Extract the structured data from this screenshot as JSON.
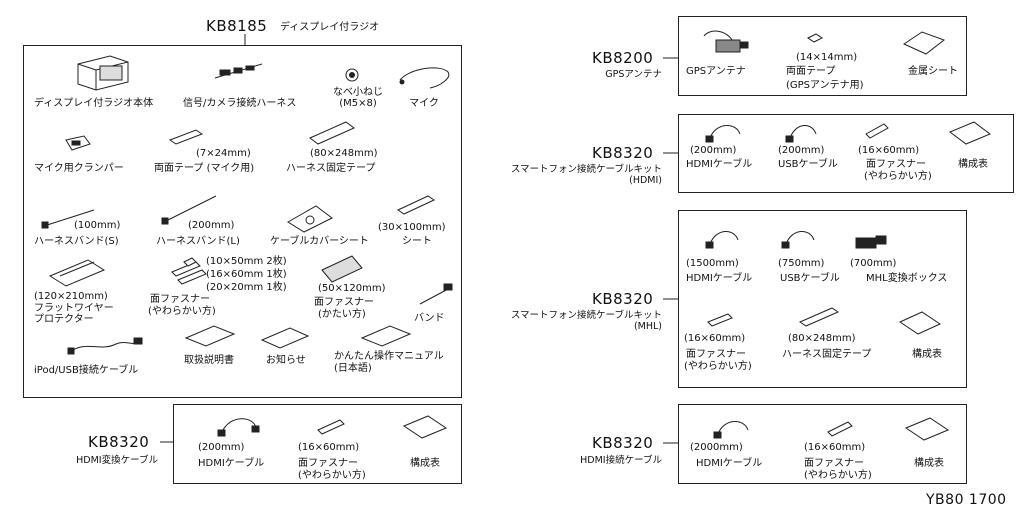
{
  "diagram": {
    "kb8185": {
      "code": "KB8185",
      "title": "ディスプレイ付ラジオ",
      "items": {
        "radio_unit": "ディスプレイ付ラジオ本体",
        "camera_harness": "信号/カメラ接続ハーネス",
        "screw_line1": "なべ小ねじ",
        "screw_line2": "(M5×8)",
        "mic": "マイク",
        "mic_clamper": "マイク用クランパー",
        "tape_mic_size": "(7×24mm)",
        "tape_mic_name": "両面テープ (マイク用)",
        "harness_tape_size": "(80×248mm)",
        "harness_tape_name": "ハーネス固定テープ",
        "band_s_size": "(100mm)",
        "band_s_name": "ハーネスバンド(S)",
        "band_l_size": "(200mm)",
        "band_l_name": "ハーネスバンド(L)",
        "cable_cover": "ケーブルカバーシート",
        "sheet_size": "(30×100mm)",
        "sheet_name": "シート",
        "flat_size": "(120×210mm)",
        "flat_line1": "フラットワイヤー",
        "flat_line2": "プロテクター",
        "fastener_soft_size1": "(10×50mm 2枚)",
        "fastener_soft_size2": "(16×60mm 1枚)",
        "fastener_soft_size3": "(20×20mm 1枚)",
        "fastener_soft_name": "面ファスナー",
        "fastener_soft_note": "(やわらかい方)",
        "fastener_hard_size": "(50×120mm)",
        "fastener_hard_name": "面ファスナー",
        "fastener_hard_note": "(かたい方)",
        "band": "バンド",
        "ipod_cable": "iPod/USB接続ケーブル",
        "manual": "取扱説明書",
        "notice": "お知らせ",
        "quick_line1": "かんたん操作マニュアル",
        "quick_line2": "(日本語)"
      }
    },
    "kb8320_hdmi_conv": {
      "code": "KB8320",
      "subtitle": "HDMI変換ケーブル",
      "items": {
        "cable_size": "(200mm)",
        "cable_name": "HDMIケーブル",
        "fastener_size": "(16×60mm)",
        "fastener_name": "面ファスナー",
        "fastener_note": "(やわらかい方)",
        "sheet": "構成表"
      }
    },
    "kb8200": {
      "code": "KB8200",
      "subtitle": "GPSアンテナ",
      "items": {
        "antenna": "GPSアンテナ",
        "tape_size": "(14×14mm)",
        "tape_name": "両面テープ",
        "tape_note": "(GPSアンテナ用)",
        "metal_sheet": "金属シート"
      }
    },
    "kb8320_phone_hdmi": {
      "code": "KB8320",
      "subtitle1": "スマートフォン接続ケーブルキット",
      "subtitle2": "(HDMI)",
      "items": {
        "hdmi_size": "(200mm)",
        "hdmi_name": "HDMIケーブル",
        "usb_size": "(200mm)",
        "usb_name": "USBケーブル",
        "fastener_size": "(16×60mm)",
        "fastener_name": "面ファスナー",
        "fastener_note": "(やわらかい方)",
        "sheet": "構成表"
      }
    },
    "kb8320_phone_mhl": {
      "code": "KB8320",
      "subtitle1": "スマートフォン接続ケーブルキット",
      "subtitle2": "(MHL)",
      "items": {
        "hdmi_size": "(1500mm)",
        "hdmi_name": "HDMIケーブル",
        "usb_size": "(750mm)",
        "usb_name": "USBケーブル",
        "mhl_size": "(700mm)",
        "mhl_name": "MHL変換ボックス",
        "fastener_size": "(16×60mm)",
        "fastener_name": "面ファスナー",
        "fastener_note": "(やわらかい方)",
        "tape_size": "(80×248mm)",
        "tape_name": "ハーネス固定テープ",
        "sheet": "構成表"
      }
    },
    "kb8320_hdmi_conn": {
      "code": "KB8320",
      "subtitle": "HDMI接続ケーブル",
      "items": {
        "cable_size": "(2000mm)",
        "cable_name": "HDMIケーブル",
        "fastener_size": "(16×60mm)",
        "fastener_name": "面ファスナー",
        "fastener_note": "(やわらかい方)",
        "sheet": "構成表"
      }
    },
    "page_code": "YB80 1700"
  }
}
